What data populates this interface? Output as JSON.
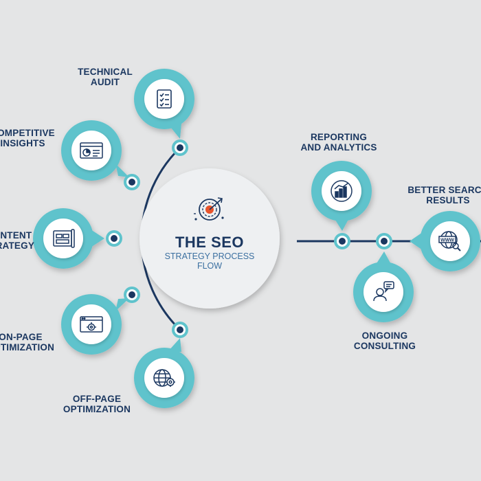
{
  "center": {
    "title": "THE SEO",
    "subtitle_line1": "STRATEGY PROCESS",
    "subtitle_line2": "FLOW",
    "icon": "target-arrow-icon"
  },
  "steps": [
    {
      "line1": "TECHNICAL",
      "line2": "AUDIT",
      "icon": "checklist-icon"
    },
    {
      "line1": "COMPETITIVE",
      "line2": "INSIGHTS",
      "icon": "analytics-window-icon"
    },
    {
      "line1": "CONTENT",
      "line2": "STRATEGY",
      "icon": "blueprint-icon"
    },
    {
      "line1": "ON-PAGE",
      "line2": "OPTIMIZATION",
      "icon": "browser-gear-icon"
    },
    {
      "line1": "OFF-PAGE",
      "line2": "OPTIMIZATION",
      "icon": "globe-gear-icon"
    },
    {
      "line1": "REPORTING",
      "line2": "AND ANALYTICS",
      "icon": "bar-chart-icon"
    },
    {
      "line1": "ONGOING",
      "line2": "CONSULTING",
      "icon": "consultant-chat-icon"
    },
    {
      "line1": "BETTER SEARCH",
      "line2": "RESULTS",
      "icon": "www-search-icon"
    }
  ],
  "colors": {
    "background": "#e4e5e6",
    "teal": "#5fc3cc",
    "navy": "#1b3760",
    "accent": "#e8542c"
  }
}
